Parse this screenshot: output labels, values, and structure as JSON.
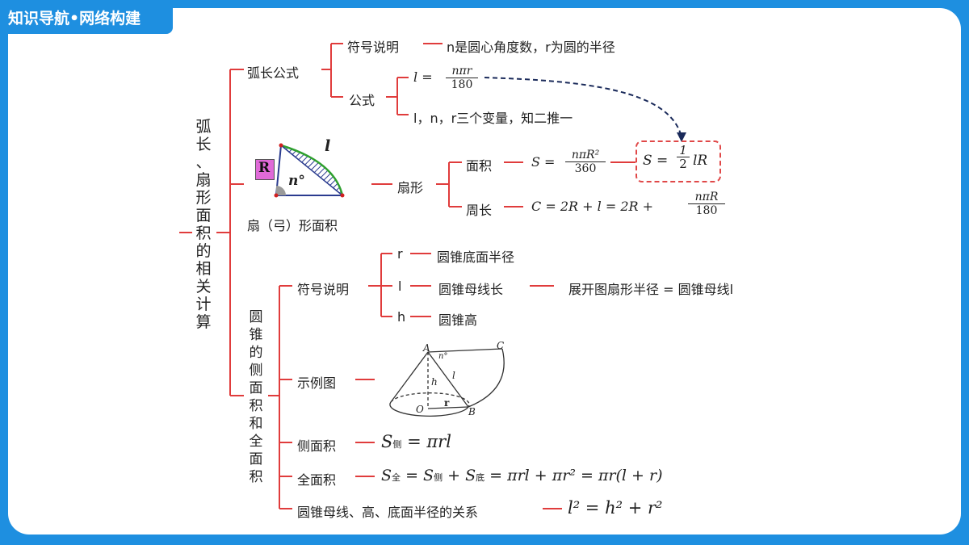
{
  "header": {
    "title": "知识导航•网络构建"
  },
  "root": {
    "label": "弧长、扇形面积的相关计算",
    "chars": [
      "弧",
      "长",
      "、",
      "扇",
      "形",
      "面",
      "积",
      "的",
      "相",
      "关",
      "计",
      "算"
    ]
  },
  "arc": {
    "label": "弧长公式",
    "symbol_label": "符号说明",
    "symbol_text": "n是圆心角度数，r为圆的半径",
    "formula_label": "公式",
    "formula_lhs": "l =",
    "formula_num": "nπr",
    "formula_den": "180",
    "formula_note": "l，n，r三个变量，知二推一"
  },
  "sector": {
    "label": "扇（弓）形面积",
    "fig_R": "R",
    "fig_l": "l",
    "fig_n": "n°",
    "shape_label": "扇形",
    "area_label": "面积",
    "area_lhs": "S =",
    "area_num": "nπR²",
    "area_den": "360",
    "area_alt_lhs": "S =",
    "area_alt_num": "1",
    "area_alt_den": "2",
    "area_alt_rhs": "lR",
    "perim_label": "周长",
    "perim_formula": "C = 2R + l = 2R +",
    "perim_num": "nπR",
    "perim_den": "180"
  },
  "cone": {
    "label": "圆锥的侧面积和全面积",
    "chars": [
      "圆",
      "锥",
      "的",
      "侧",
      "面",
      "积",
      "和",
      "全",
      "面",
      "积"
    ],
    "symbol_label": "符号说明",
    "r_sym": "r",
    "r_text": "圆锥底面半径",
    "l_sym": "l",
    "l_text": "圆锥母线长",
    "l_note": "展开图扇形半径 = 圆锥母线l",
    "h_sym": "h",
    "h_text": "圆锥高",
    "example_label": "示例图",
    "fig_A": "A",
    "fig_C": "C",
    "fig_n": "n°",
    "fig_h": "h",
    "fig_l": "l",
    "fig_r": "r",
    "fig_O": "O",
    "fig_B": "B",
    "lateral_label": "侧面积",
    "lateral_S": "S",
    "lateral_sub": "侧",
    "lateral_rhs": "= πrl",
    "total_label": "全面积",
    "total_S": "S",
    "total_sub": "全",
    "total_mid1": "= S",
    "total_sub2": "侧",
    "total_mid2": "+ S",
    "total_sub3": "底",
    "total_rhs": "= πrl + πr² = πr(l + r)",
    "relation_label": "圆锥母线、高、底面半径的关系",
    "relation_formula": "l² = h² + r²"
  },
  "colors": {
    "brand": "#1e8fe0",
    "tree_line": "#e03c3c",
    "dash_box": "#e04848",
    "arrow": "#1a2a5a"
  }
}
